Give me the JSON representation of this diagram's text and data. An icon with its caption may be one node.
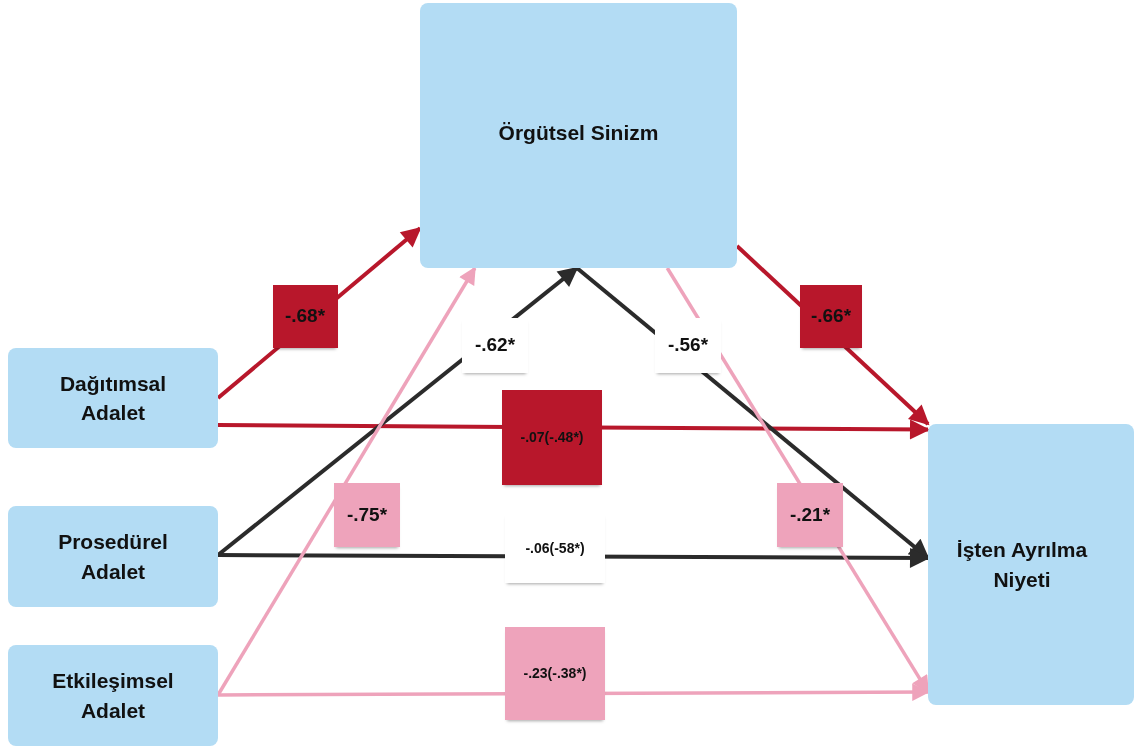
{
  "diagram": {
    "nodes": [
      {
        "text": [
          "Örgütsel Sinizm"
        ]
      },
      {
        "text": [
          "Dağıtımsal Adalet"
        ]
      },
      {
        "text": [
          "Prosedürel Adalet"
        ]
      },
      {
        "text": [
          "Etkileşimsel Adalet"
        ]
      },
      {
        "text": [
          "İşten Ayrılma Niyeti"
        ]
      }
    ],
    "edges": [
      {
        "from": 1,
        "to": 0,
        "arrow": "to",
        "label": "-.68*",
        "color": "#b8172b"
      },
      {
        "from": 0,
        "to": 4,
        "arrow": "to",
        "label": "-.66*",
        "color": "#b8172b"
      },
      {
        "from": 1,
        "to": 4,
        "arrow": "to",
        "label": "-.07(-.48*)",
        "color": "#b8172b"
      },
      {
        "from": 2,
        "to": 0,
        "arrow": "to",
        "label": "-.62*",
        "color": "#2b2b2b"
      },
      {
        "from": 0,
        "to": 4,
        "arrow": "to",
        "label": "-.56*",
        "color": "#2b2b2b"
      },
      {
        "from": 2,
        "to": 4,
        "arrow": "to",
        "label": "-.06(-58*)",
        "color": "#2b2b2b"
      },
      {
        "from": 3,
        "to": 0,
        "arrow": "to",
        "label": "-.75*",
        "color": "#eea3bb"
      },
      {
        "from": 0,
        "to": 4,
        "arrow": "to",
        "label": "-.21*",
        "color": "#eea3bb"
      },
      {
        "from": 3,
        "to": 4,
        "arrow": "to",
        "label": "-.23(-.38*)",
        "color": "#eea3bb"
      }
    ]
  }
}
